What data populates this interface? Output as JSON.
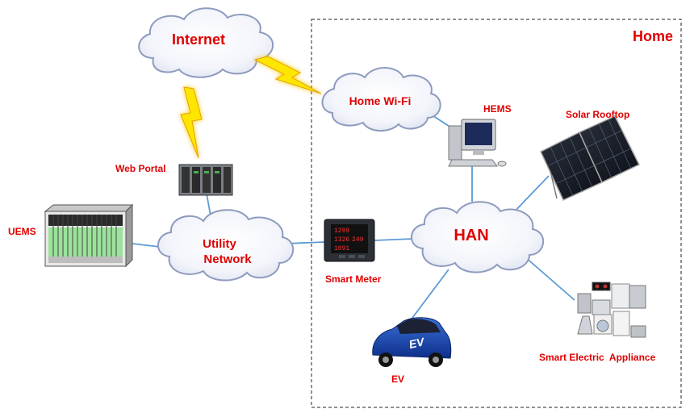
{
  "home_label": "Home",
  "clouds": {
    "internet": "Internet",
    "home_wifi": "Home Wi-Fi",
    "utility_network_line1": "Utility",
    "utility_network_line2": "Network",
    "han": "HAN"
  },
  "devices": {
    "web_portal": "Web Portal",
    "uems": "UEMS",
    "hems": "HEMS",
    "solar_rooftop": "Solar Rooftop",
    "smart_meter": "Smart Meter",
    "ev": "EV",
    "smart_appliance": "Smart Electric  Appliance"
  },
  "meter_display": [
    "1299",
    "1326",
    "249",
    "1091"
  ],
  "ev_badge": "EV",
  "colors": {
    "label_red": "#e00000",
    "connector_blue": "#5b9bd5",
    "cloud_outline": "#8e9bbf",
    "lightning": "#ffe600"
  }
}
